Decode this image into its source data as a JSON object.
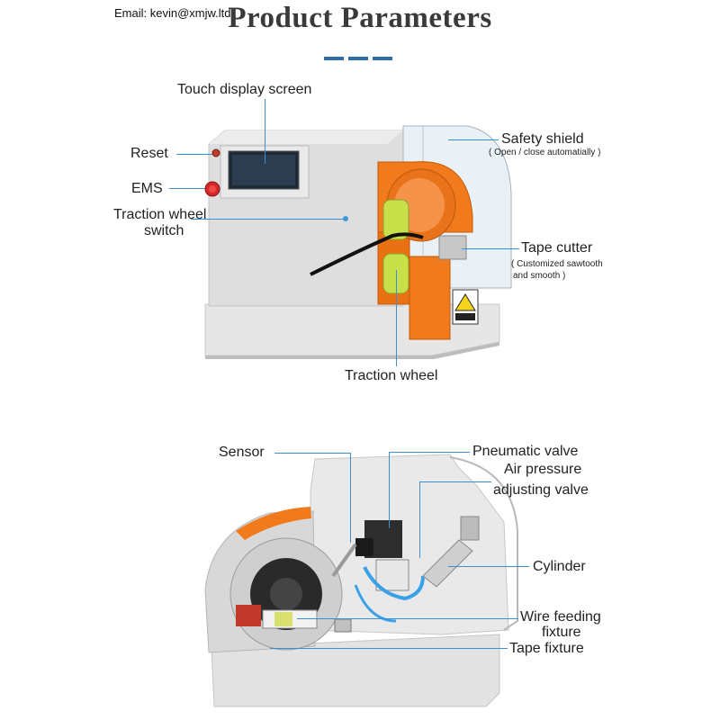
{
  "header": {
    "email": "Email: kevin@xmjw.ltd",
    "title": "Product Parameters"
  },
  "top_machine": {
    "labels": {
      "touch_display": "Touch display screen",
      "reset": "Reset",
      "ems": "EMS",
      "traction_switch_line1": "Traction wheel",
      "traction_switch_line2": "switch",
      "safety_shield": "Safety shield",
      "safety_shield_note": "( Open / close automatially )",
      "tape_cutter": "Tape cutter",
      "tape_cutter_note_line1": "( Customized sawtooth",
      "tape_cutter_note_line2": "and smooth )",
      "traction_wheel": "Traction wheel"
    }
  },
  "bottom_machine": {
    "labels": {
      "sensor": "Sensor",
      "pneumatic_valve": "Pneumatic valve",
      "air_pressure_line1": "Air pressure",
      "air_pressure_line2": "adjusting valve",
      "cylinder": "Cylinder",
      "wire_feeding_line1": "Wire feeding",
      "wire_feeding_line2": "fixture",
      "tape_fixture": "Tape fixture"
    }
  },
  "colors": {
    "leader": "#3f8fd0",
    "accent_blue": "#2e6ea8",
    "machine_orange": "#f07a1c",
    "roller_green": "#c8e04a",
    "machine_body": "#dcdcdc"
  }
}
